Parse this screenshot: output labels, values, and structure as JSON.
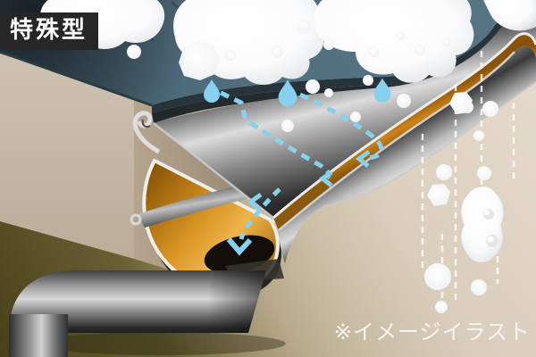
{
  "badge": {
    "label": "特殊型"
  },
  "caption": {
    "text": "※イメージイラスト"
  },
  "colors": {
    "badge_bg": "#262626",
    "badge_text": "#ffffff",
    "caption_text": "#f7f4ee",
    "background_beige": "#e6dccd",
    "ground_olive": "#4d451e",
    "wall_beige": "#c9bcac",
    "roof": "#4e6b7a",
    "roof_seam": "#31454f",
    "fascia": "#27343c",
    "snow": "#ffffff",
    "metal_light": "#d9d9d9",
    "metal_dark": "#2b2b2b",
    "gutter_orange": "#d99623",
    "drain_black": "#140e08",
    "water_blue": "#87d1ee"
  },
  "icons": {
    "water_droplet": "teardrop",
    "flow_arrow": "dashed-chevron-arrow",
    "snowfall_trail": "dashed-vertical-line",
    "snow_chunk": "white-blob"
  }
}
